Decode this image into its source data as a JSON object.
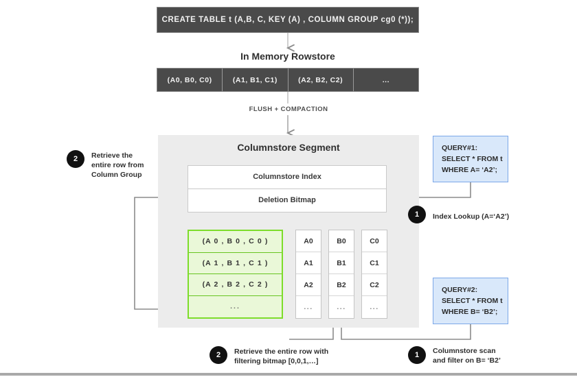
{
  "ddl": {
    "statement": "CREATE TABLE  t (A,B, C, KEY (A) , COLUMN GROUP cg0 (*));"
  },
  "rowstore": {
    "title": "In Memory Rowstore",
    "cells": [
      "(A0, B0, C0)",
      "(A1, B1, C1)",
      "(A2, B2, C2)",
      "..."
    ]
  },
  "flush": {
    "label": "FLUSH + COMPACTION"
  },
  "segment": {
    "title": "Columnstore Segment",
    "index_label": "Columnstore Index",
    "bitmap_label": "Deletion Bitmap",
    "column_group": {
      "rows": [
        "(A 0 ,  B 0 ,  C 0 )",
        "(A 1 ,  B 1 ,  C 1 )",
        "(A 2 ,  B 2 ,  C 2 )",
        "..."
      ]
    },
    "columns": [
      {
        "name": "A",
        "cells": [
          "A0",
          "A1",
          "A2",
          "..."
        ]
      },
      {
        "name": "B",
        "cells": [
          "B0",
          "B1",
          "B2",
          "..."
        ]
      },
      {
        "name": "C",
        "cells": [
          "C0",
          "C1",
          "C2",
          "..."
        ]
      }
    ]
  },
  "queries": [
    {
      "id": "query1",
      "lines": [
        "QUERY#1:",
        "SELECT * FROM t",
        "WHERE A= ‘A2’;"
      ]
    },
    {
      "id": "query2",
      "lines": [
        "QUERY#2:",
        "SELECT * FROM t",
        "WHERE B= ‘B2’;"
      ]
    }
  ],
  "steps": {
    "left": {
      "badge": "2",
      "text": "Retrieve the\nentire row from\nColumn Group"
    },
    "index_lookup": {
      "badge": "1",
      "text": "Index Lookup (A=‘A2’)"
    },
    "columnstore_scan": {
      "badge": "1",
      "text": "Columnstore scan\nand filter on B= ‘B2’"
    },
    "bitmap_retrieve": {
      "badge": "2",
      "text": "Retrieve the entire row with\nfiltering bitmap [0,0,1,…]"
    }
  },
  "colors": {
    "dark_banner": "#4a4a4a",
    "segment_bg": "#ececec",
    "column_group_border": "#7ddd2a",
    "column_group_fill": "#eaf8d8",
    "query_fill": "#d9e8fa",
    "query_border": "#7ba7e8",
    "badge": "#111111",
    "wire": "#8c8c8c"
  }
}
